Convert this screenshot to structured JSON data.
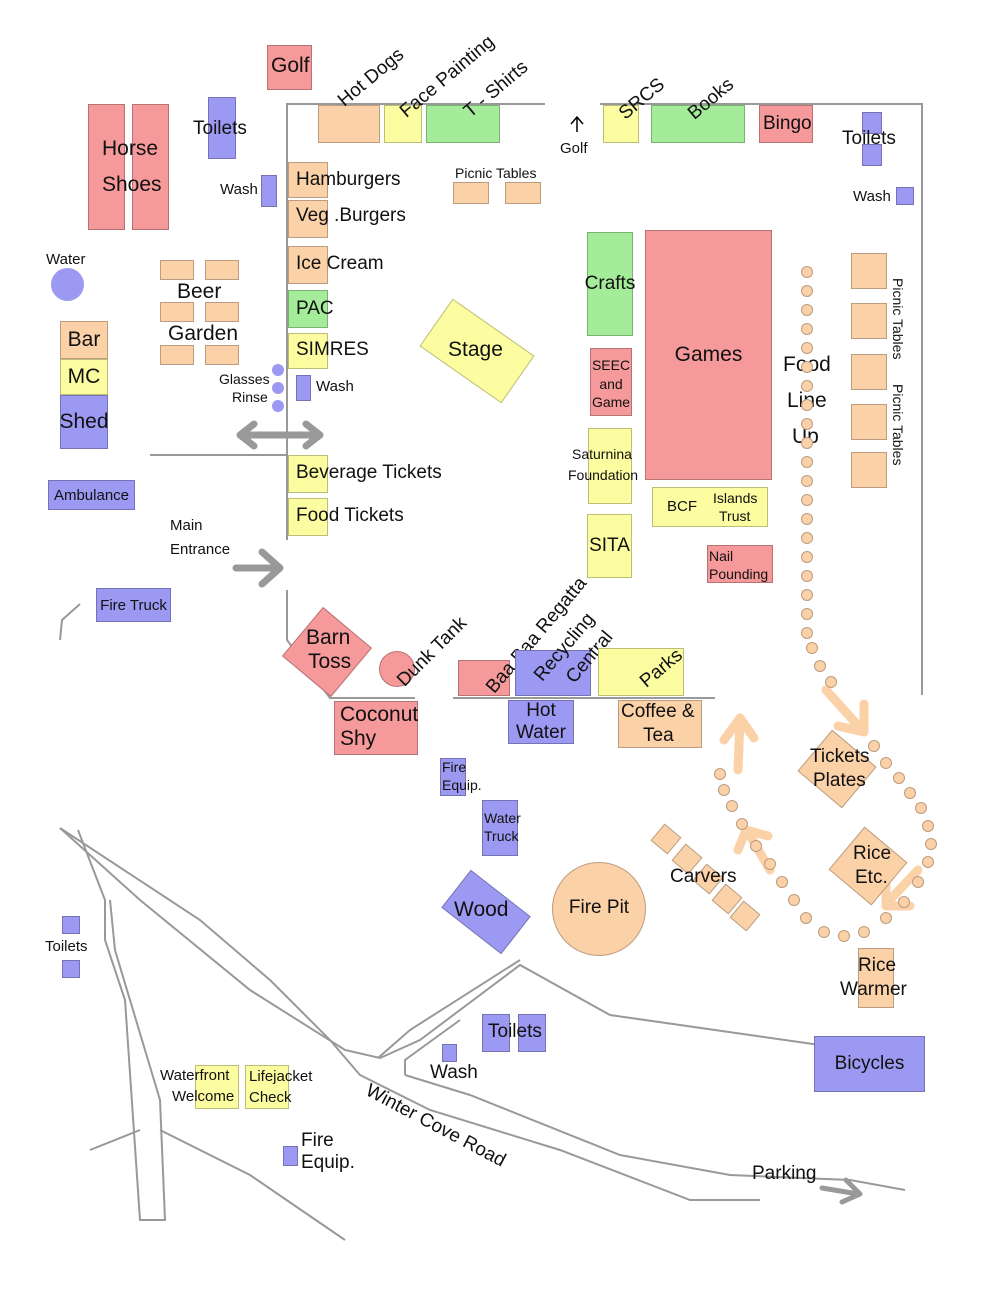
{
  "labels": {
    "golf": "Golf",
    "hot_dogs": "Hot Dogs",
    "face_painting": "Face Painting",
    "t_shirts": "T - Shirts",
    "srcs": "SRCS",
    "books": "Books",
    "bingo": "Bingo",
    "golf_arrow": "Golf",
    "horse": "Horse",
    "shoes": "Shoes",
    "toilets": "Toilets",
    "wash": "Wash",
    "hamburgers": "Hamburgers",
    "veg_burgers": "Veg .Burgers",
    "ice_cream": "Ice Cream",
    "pac": "PAC",
    "simres": "SIMRES",
    "picnic_tables": "Picnic Tables",
    "water": "Water",
    "beer": "Beer",
    "garden": "Garden",
    "bar": "Bar",
    "mc": "MC",
    "shed": "Shed",
    "glasses": "Glasses",
    "rinse": "Rinse",
    "stage": "Stage",
    "crafts": "Crafts",
    "games": "Games",
    "seec": "SEEC",
    "and": "and",
    "game": "Game",
    "food": "Food",
    "line": "Line",
    "up": "Up",
    "saturnina": "Saturnina",
    "foundation": "Foundation",
    "bcf": "BCF",
    "islands": "Islands",
    "trust": "Trust",
    "sita": "SITA",
    "nail": "Nail",
    "pounding": "Pounding",
    "beverage_tickets": "Beverage Tickets",
    "food_tickets": "Food Tickets",
    "ambulance": "Ambulance",
    "main": "Main",
    "entrance": "Entrance",
    "fire_truck": "Fire Truck",
    "barn": "Barn",
    "toss": "Toss",
    "dunk_tank": "Dunk Tank",
    "baa_baa_regatta": "Baa Baa Regatta",
    "recycling": "Recycling",
    "central": "Central",
    "parks": "Parks",
    "coconut": "Coconut",
    "shy": "Shy",
    "hot": "Hot",
    "water2": "Water",
    "coffee": "Coffee &",
    "tea": "Tea",
    "tickets": "Tickets",
    "plates": "Plates",
    "fire": "Fire",
    "equip": "Equip.",
    "water_truck1": "Water",
    "water_truck2": "Truck",
    "wood": "Wood",
    "fire_pit": "Fire Pit",
    "carvers": "Carvers",
    "rice": "Rice",
    "etc": "Etc.",
    "rice_w1": "Rice",
    "rice_w2": "Warmer",
    "bicycles": "Bicycles",
    "waterfront": "Waterfront",
    "welcome": "Welcome",
    "lifejacket": "Lifejacket",
    "check": "Check",
    "winter_cove_road": "Winter Cove Road",
    "parking": "Parking"
  },
  "colors": {
    "blue": "#9c99f2",
    "peach": "#fbd1a8",
    "pink": "#f5999a",
    "green": "#a5ec9a",
    "yellow": "#fcfca0",
    "line": "#999999"
  }
}
